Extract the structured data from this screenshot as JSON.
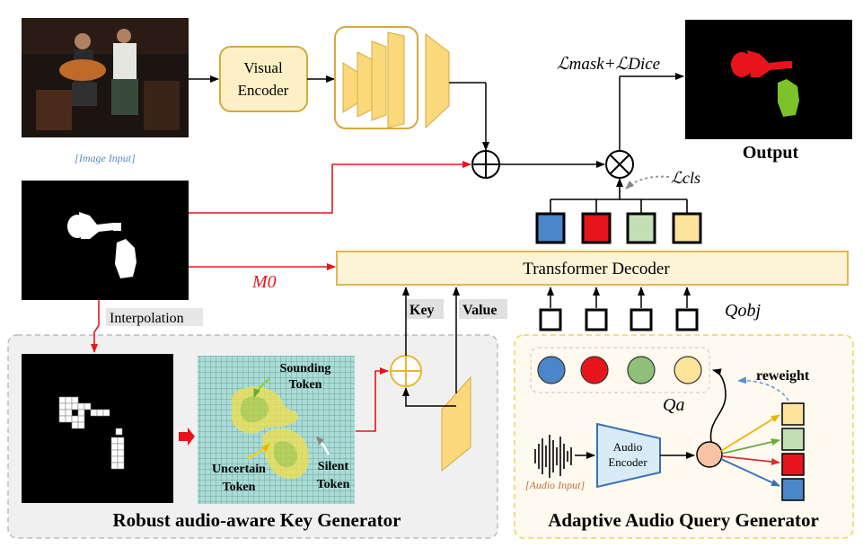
{
  "image_input_caption": "[Image Input]",
  "visual_encoder_label": [
    "Visual",
    "Encoder"
  ],
  "output_title": "Output",
  "loss_mask_dice": "ℒmask+ℒDice",
  "loss_cls": "ℒcls",
  "m0_label": "M0",
  "interpolation_label": "Interpolation",
  "transformer_decoder_label": "Transformer Decoder",
  "key_label": "Key",
  "value_label": "Value",
  "qobj_label": "Qobj",
  "qa_label": "Qa",
  "sounding_token_label": [
    "Sounding",
    "Token"
  ],
  "uncertain_token_label": [
    "Uncertain",
    "Token"
  ],
  "silent_token_label": [
    "Silent",
    "Token"
  ],
  "robust_key_generator_title": "Robust audio-aware Key Generator",
  "audio_encoder_label": [
    "Audio",
    "Encoder"
  ],
  "audio_input_caption": "[Audio Input]",
  "reweight_label": "reweight",
  "adaptive_query_generator_title": "Adaptive Audio Query Generator",
  "colors": {
    "blue": "#4a86c8",
    "red": "#e8141c",
    "green": "#8ec07a",
    "yellow": "#fde49a",
    "arrow_red": "#e8141c",
    "decoder_fill": "#fdf3d6",
    "decoder_stroke": "#e0b850",
    "panel_gray": "#f0f0f0",
    "panel_cream": "#fffaf0"
  }
}
